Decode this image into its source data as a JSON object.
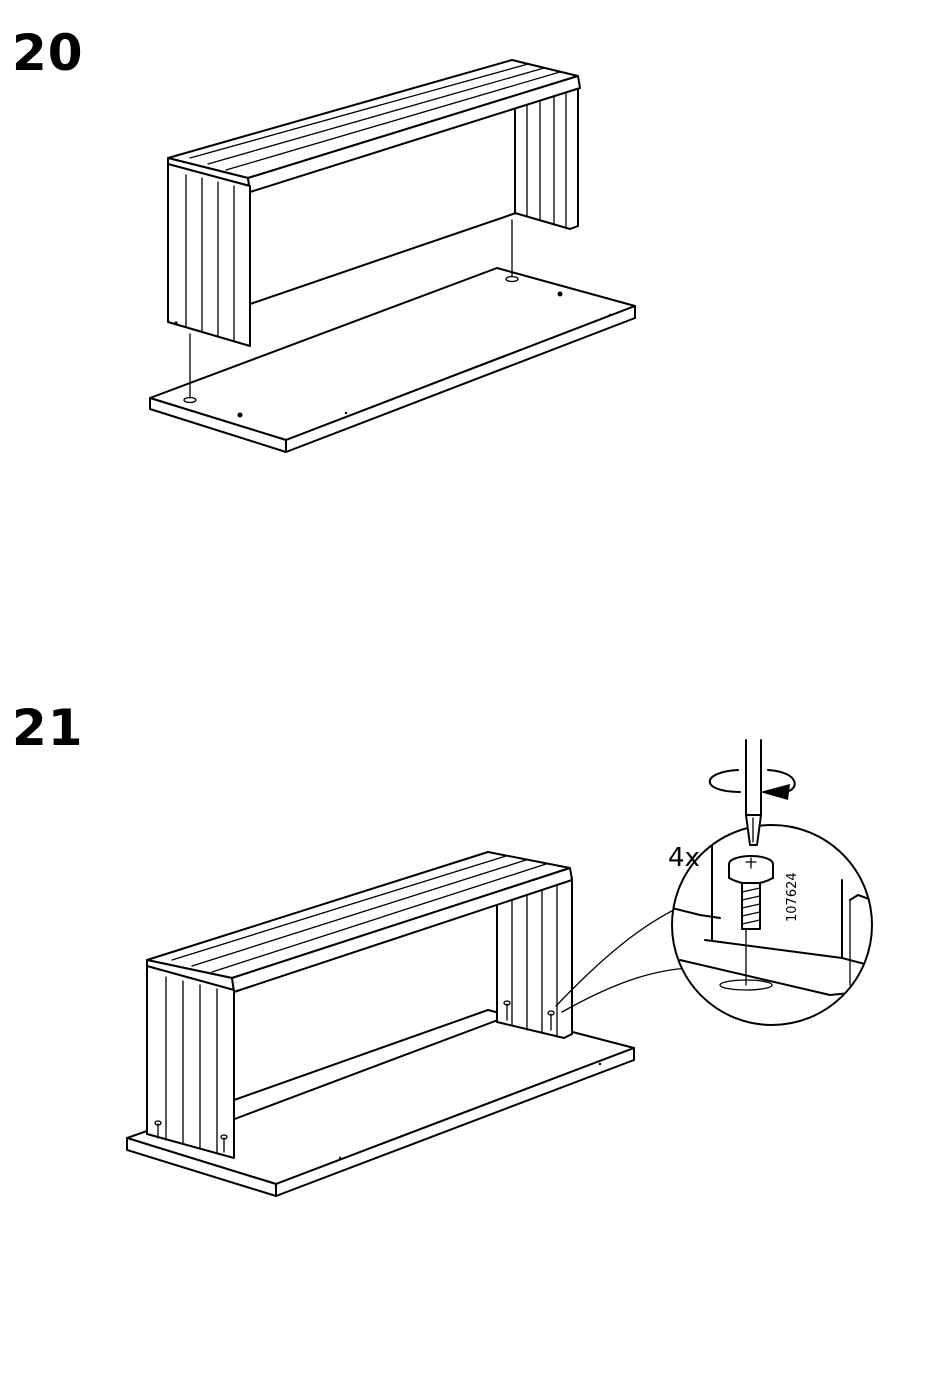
{
  "steps": [
    {
      "number": "20"
    },
    {
      "number": "21",
      "quantity": "4x",
      "part_number": "107624"
    }
  ],
  "icons": [
    "screw-icon",
    "screwdriver-icon",
    "rotate-clockwise-icon"
  ]
}
